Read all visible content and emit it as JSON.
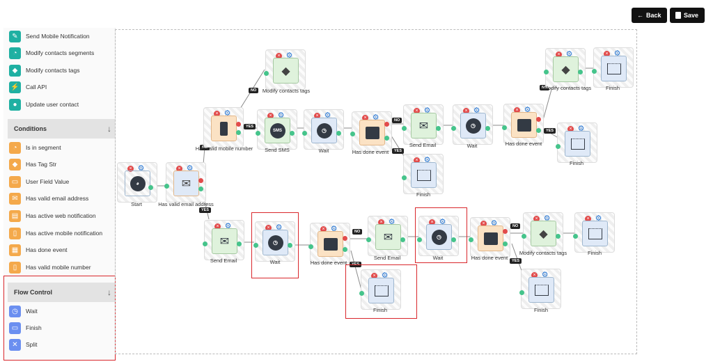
{
  "toolbar": {
    "back_label": "Back",
    "save_label": "Save"
  },
  "sidebar": {
    "actions": [
      {
        "label": "Send Mobile Notification",
        "icon": "phone-notification-icon"
      },
      {
        "label": "Modify contacts segments",
        "icon": "segments-icon"
      },
      {
        "label": "Modify contacts tags",
        "icon": "tag-icon"
      },
      {
        "label": "Call API",
        "icon": "api-icon"
      },
      {
        "label": "Update user contact",
        "icon": "users-icon"
      }
    ],
    "conditions": {
      "title": "Conditions",
      "items": [
        {
          "label": "Is in segment",
          "icon": "pie-icon"
        },
        {
          "label": "Has Tag Str",
          "icon": "tag-icon"
        },
        {
          "label": "User Field Value",
          "icon": "field-icon"
        },
        {
          "label": "Has valid email address",
          "icon": "email-check-icon"
        },
        {
          "label": "Has active web notification",
          "icon": "web-notification-icon"
        },
        {
          "label": "Has active mobile notification",
          "icon": "mobile-notification-icon"
        },
        {
          "label": "Has done event",
          "icon": "calendar-check-icon"
        },
        {
          "label": "Has valid mobile number",
          "icon": "mobile-icon"
        }
      ]
    },
    "flow_control": {
      "title": "Flow Control",
      "items": [
        {
          "label": "Wait",
          "icon": "stopwatch-icon"
        },
        {
          "label": "Finish",
          "icon": "finish-icon"
        },
        {
          "label": "Split",
          "icon": "split-icon"
        }
      ]
    }
  },
  "nodes": {
    "start": "Start",
    "valid_email": "Has valid email address",
    "valid_mobile": "Has valid mobile number",
    "modify_tags_1": "Modify contacts tags",
    "send_sms": "Send SMS",
    "wait_1": "Wait",
    "done_event_1": "Has done event",
    "send_email_1": "Send Email",
    "finish_1": "Finish",
    "wait_2": "Wait",
    "done_event_2": "Has done event",
    "modify_tags_2": "Modify contacts tags",
    "finish_2": "Finish",
    "finish_3": "Finish",
    "send_email_2": "Send Email",
    "wait_3": "Wait",
    "done_event_3": "Has done event",
    "send_email_3": "Send Email",
    "finish_4": "Finish",
    "wait_4": "Wait",
    "done_event_4": "Has done event",
    "modify_tags_3": "Modify contacts tags",
    "finish_5": "Finish",
    "finish_6": "Finish"
  },
  "tags": {
    "yes": "YES",
    "no": "NO",
    "sms": "SMS"
  },
  "colors": {
    "highlight": "#d9262b",
    "connector_ok": "#45c48b",
    "connector_fail": "#e24b4b",
    "action": "#1fb0a2",
    "condition": "#f4a94b",
    "flow": "#6b8ff0"
  }
}
